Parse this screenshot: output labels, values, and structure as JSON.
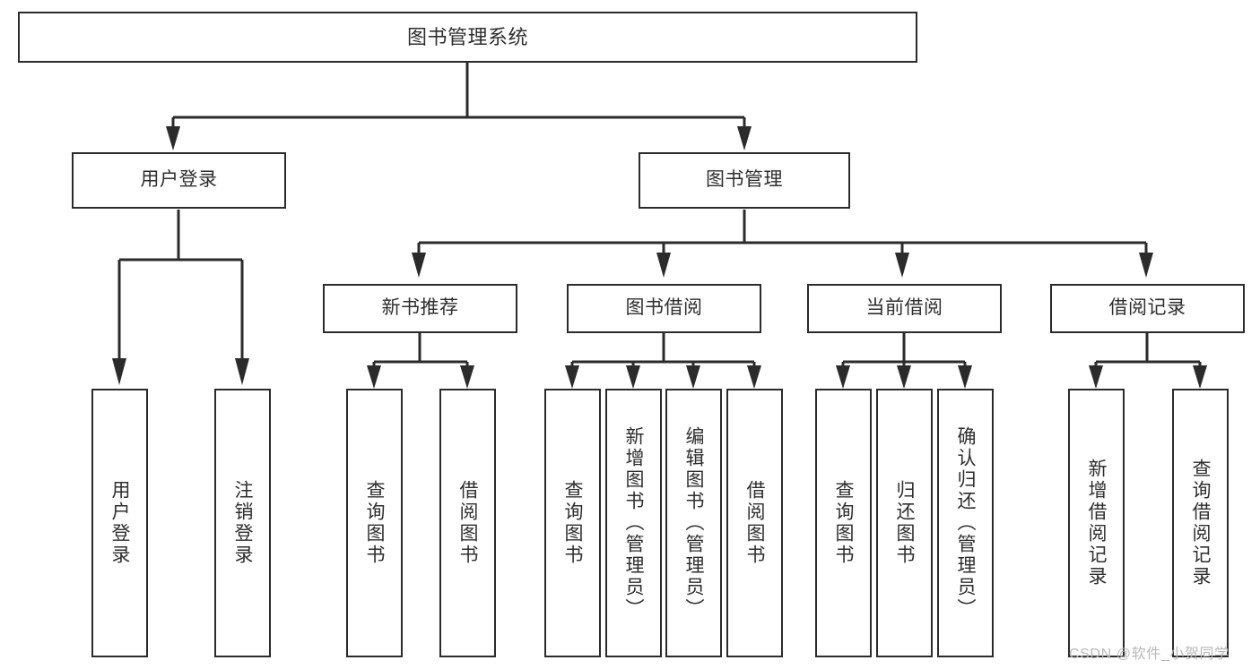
{
  "diagram": {
    "title": "图书管理系统",
    "type": "tree",
    "colors": {
      "box_border": "#2b2b2b",
      "box_fill": "#ffffff",
      "line": "#2b2b2b",
      "text": "#2e2e2e",
      "watermark": "#b9b9b9",
      "background": "#ffffff"
    },
    "watermark": "CSDN @软件_小贺同学",
    "nodes": {
      "root": {
        "label": "图书管理系统"
      },
      "level1": [
        {
          "label": "用户登录"
        },
        {
          "label": "图书管理"
        }
      ],
      "level2": [
        {
          "label": "新书推荐"
        },
        {
          "label": "图书借阅"
        },
        {
          "label": "当前借阅"
        },
        {
          "label": "借阅记录"
        }
      ],
      "leaves": {
        "user_login": [
          {
            "label": "用户登录"
          },
          {
            "label": "注销登录"
          }
        ],
        "new_book_recommend": [
          {
            "label": "查询图书"
          },
          {
            "label": "借阅图书"
          }
        ],
        "book_borrow": [
          {
            "label": "查询图书"
          },
          {
            "label": "新增图书（管理员）"
          },
          {
            "label": "编辑图书（管理员）"
          },
          {
            "label": "借阅图书"
          }
        ],
        "current_borrow": [
          {
            "label": "查询图书"
          },
          {
            "label": "归还图书"
          },
          {
            "label": "确认归还（管理员）"
          }
        ],
        "borrow_record": [
          {
            "label": "新增借阅记录"
          },
          {
            "label": "查询借阅记录"
          }
        ]
      }
    }
  }
}
